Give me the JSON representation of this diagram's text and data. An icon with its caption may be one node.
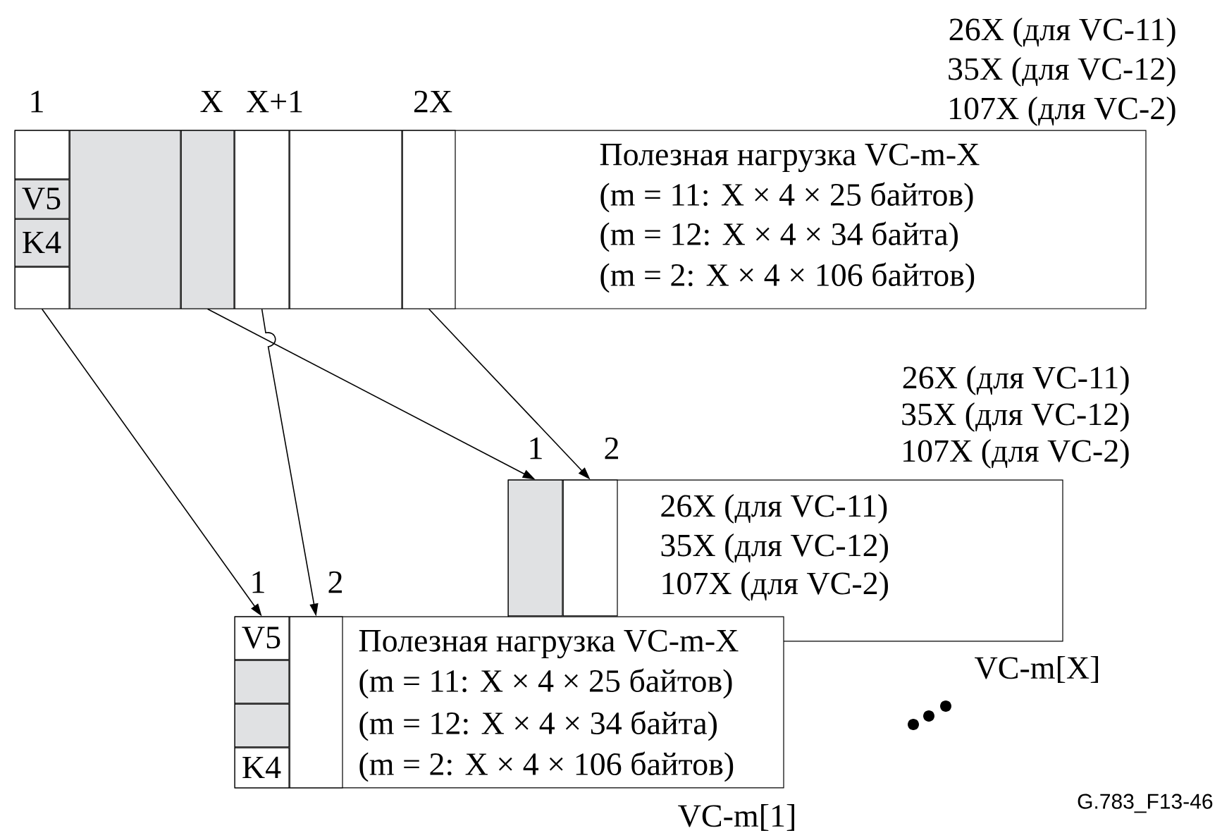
{
  "diagram": {
    "nodes": [
      {
        "text": [
          "Полезная нагрузка VC-m-X",
          "(m = 11: X × 4 × 25 байтов)",
          "(m = 12: X × 4 × 34 байта)",
          "(m = 2: X × 4 × 106 байтов)"
        ],
        "beside": [
          "26X (для VC-11)",
          "35X (для VC-12)",
          "107X (для VC-2)"
        ]
      },
      {
        "text": [],
        "shape": "box",
        "in": 0,
        "beside": [
          "1"
        ]
      },
      {
        "text": [
          "V5"
        ],
        "in": 0
      },
      {
        "text": [
          "K4"
        ],
        "in": 0
      },
      {
        "text": [],
        "shape": "box",
        "in": 0
      },
      {
        "text": [],
        "shape": "box",
        "in": 0
      },
      {
        "text": [],
        "shape": "box",
        "in": 0,
        "beside": [
          "X"
        ]
      },
      {
        "text": [],
        "shape": "box",
        "in": 0,
        "beside": [
          "X+1"
        ]
      },
      {
        "text": [],
        "shape": "box",
        "in": 0
      },
      {
        "text": [],
        "shape": "box",
        "in": 0,
        "beside": [
          "2X"
        ]
      },
      {
        "text": [
          "26X (для VC-11)",
          "35X (для VC-12)",
          "107X (для VC-2)"
        ],
        "beside": [
          "26X (для VC-11)",
          "35X (для VC-12)",
          "107X (для VC-2)",
          "VC-m[X]"
        ]
      },
      {
        "text": [],
        "shape": "box",
        "in": 10,
        "beside": [
          "1"
        ]
      },
      {
        "text": [],
        "shape": "box",
        "in": 10,
        "beside": [
          "2"
        ]
      },
      {
        "text": [
          "Полезная нагрузка VC-m-X",
          "(m = 11: X × 4 × 25 байтов)",
          "(m = 12: X × 4 × 34 байта)",
          "(m = 2: X × 4 × 106 байтов)"
        ],
        "beside": [
          "VC-m[1]"
        ]
      },
      {
        "text": [
          "V5"
        ],
        "in": 13,
        "beside": [
          "1"
        ]
      },
      {
        "text": [],
        "shape": "box",
        "in": 13
      },
      {
        "text": [],
        "shape": "box",
        "in": 13
      },
      {
        "text": [
          "K4"
        ],
        "in": 13
      },
      {
        "text": [],
        "shape": "box",
        "in": 13,
        "beside": [
          "2"
        ]
      }
    ],
    "edges": [
      {
        "from": 4,
        "to": 14,
        "arrow": "to"
      },
      {
        "from": 6,
        "to": 11,
        "arrow": "to"
      },
      {
        "from": 7,
        "to": 18,
        "arrow": "to"
      },
      {
        "from": 9,
        "to": 12,
        "arrow": "to"
      }
    ],
    "labels": [
      "G.783_F13-46"
    ]
  }
}
